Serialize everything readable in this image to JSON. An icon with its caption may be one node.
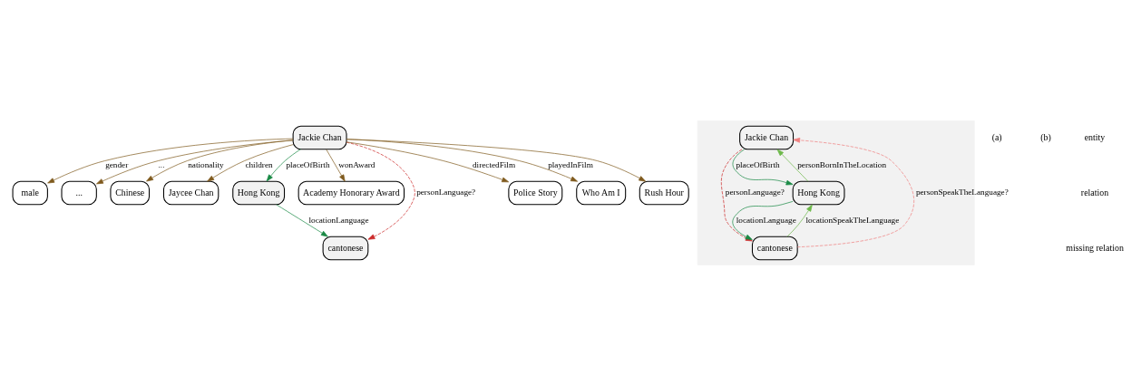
{
  "diagram": {
    "nodes": [
      {
        "text": [
          "male"
        ]
      },
      {
        "text": [
          "..."
        ]
      },
      {
        "text": [
          "Chinese"
        ]
      },
      {
        "text": [
          "Jaycee Chan"
        ]
      },
      {
        "text": [
          "Hong Kong"
        ]
      },
      {
        "text": [
          "Jackie Chan"
        ]
      },
      {
        "text": [
          "Academy Honorary Award"
        ]
      },
      {
        "text": [
          "cantonese"
        ]
      },
      {
        "text": [
          "Police Story"
        ]
      },
      {
        "text": [
          "Who Am I"
        ]
      },
      {
        "text": [
          "Rush Hour"
        ]
      },
      {
        "text": [],
        "shape": "box"
      },
      {
        "text": [
          "Jackie Chan"
        ],
        "in": 11
      },
      {
        "text": [
          "Hong Kong"
        ],
        "in": 11
      },
      {
        "text": [
          "cantonese"
        ],
        "in": 11
      }
    ],
    "edges": [
      {
        "from": 5,
        "to": 0,
        "arrow": "to",
        "label": "gender"
      },
      {
        "from": 5,
        "to": 1,
        "arrow": "to",
        "label": "..."
      },
      {
        "from": 5,
        "to": 2,
        "arrow": "to",
        "label": "nationality"
      },
      {
        "from": 5,
        "to": 3,
        "arrow": "to",
        "label": "children"
      },
      {
        "from": 5,
        "to": 4,
        "arrow": "to",
        "label": "placeOfBirth",
        "color": "#1a8a45"
      },
      {
        "from": 4,
        "to": 7,
        "arrow": "to",
        "label": "locationLanguage",
        "color": "#1a8a45"
      },
      {
        "from": 5,
        "to": 7,
        "arrow": "to",
        "label": "personLanguage?",
        "style": "dashed",
        "color": "#cc2a2a"
      },
      {
        "from": 5,
        "to": 6,
        "arrow": "to",
        "label": "wonAward"
      },
      {
        "from": 5,
        "to": 8,
        "arrow": "to",
        "label": "directedFilm"
      },
      {
        "from": 5,
        "to": 9,
        "arrow": "to",
        "label": "playedInFilm"
      },
      {
        "from": 5,
        "to": 10,
        "arrow": "to"
      },
      {
        "from": 12,
        "to": 13,
        "arrow": "to",
        "label": "placeOfBirth",
        "color": "#1a8a45"
      },
      {
        "from": 13,
        "to": 12,
        "arrow": "to",
        "label": "personBornInTheLocation",
        "color": "#6db84a"
      },
      {
        "from": 13,
        "to": 14,
        "arrow": "to",
        "label": "locationLanguage",
        "color": "#1a8a45"
      },
      {
        "from": 14,
        "to": 13,
        "arrow": "to",
        "label": "locationSpeakTheLanguage",
        "color": "#6db84a"
      },
      {
        "from": 12,
        "to": 14,
        "arrow": "to",
        "label": "personLanguage?",
        "style": "dashed",
        "color": "#cc2a2a"
      },
      {
        "from": 14,
        "to": 12,
        "arrow": "to",
        "label": "personSpeakTheLanguage?",
        "style": "dashed",
        "color": "#f08080"
      }
    ],
    "labels": [
      "(a)",
      "(b)"
    ],
    "legend": [
      {
        "text": "entity"
      },
      {
        "text": "relation"
      },
      {
        "text": "missing relation"
      }
    ]
  }
}
